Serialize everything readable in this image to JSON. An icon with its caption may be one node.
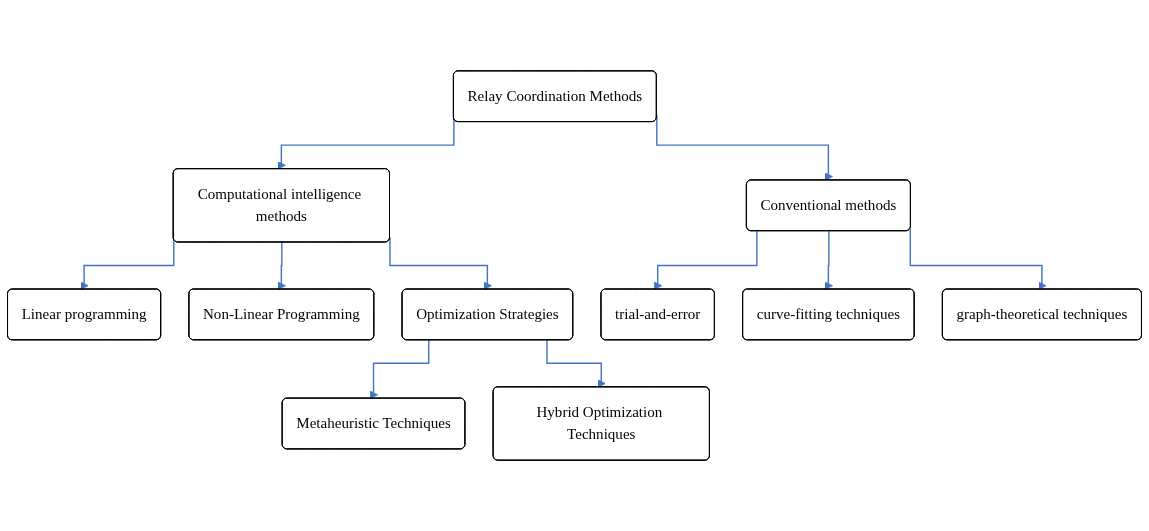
{
  "diagram": {
    "nodes": [
      {
        "text": [
          "Relay Coordination Methods"
        ]
      },
      {
        "text": [
          "Computational intelligence methods"
        ]
      },
      {
        "text": [
          "Conventional methods"
        ]
      },
      {
        "text": [
          "Linear programming"
        ]
      },
      {
        "text": [
          "Non-Linear Programming"
        ]
      },
      {
        "text": [
          "Optimization Strategies"
        ]
      },
      {
        "text": [
          "trial-and-error"
        ]
      },
      {
        "text": [
          "curve-fitting techniques"
        ]
      },
      {
        "text": [
          "graph-theoretical techniques"
        ]
      },
      {
        "text": [
          "Metaheuristic Techniques"
        ]
      },
      {
        "text": [
          "Hybrid Optimization Techniques"
        ]
      }
    ],
    "edges": [
      {
        "from": 0,
        "to": 1,
        "arrow": "to"
      },
      {
        "from": 0,
        "to": 2,
        "arrow": "to"
      },
      {
        "from": 1,
        "to": 3,
        "arrow": "to"
      },
      {
        "from": 1,
        "to": 4,
        "arrow": "to"
      },
      {
        "from": 1,
        "to": 5,
        "arrow": "to"
      },
      {
        "from": 2,
        "to": 6,
        "arrow": "to"
      },
      {
        "from": 2,
        "to": 7,
        "arrow": "to"
      },
      {
        "from": 2,
        "to": 8,
        "arrow": "to"
      },
      {
        "from": 5,
        "to": 9,
        "arrow": "to"
      },
      {
        "from": 5,
        "to": 10,
        "arrow": "to"
      }
    ]
  }
}
